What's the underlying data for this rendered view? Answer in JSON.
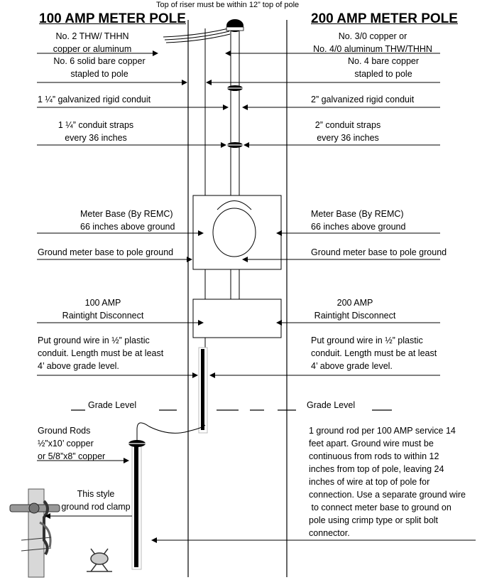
{
  "top_note": "Top of riser must be within 12” top of pole",
  "left": {
    "heading": "100 AMP METER POLE",
    "wire": [
      "No. 2 THW/ THHN",
      "copper or aluminum"
    ],
    "ground_wire": [
      "No. 6 solid bare copper",
      "stapled to pole"
    ],
    "conduit": "1 ¼” galvanized rigid conduit",
    "straps": [
      "1 ¼” conduit straps",
      "every 36 inches"
    ],
    "meter_base": [
      "Meter Base (By REMC)",
      "66 inches above ground"
    ],
    "ground_meter": "Ground meter base to pole ground",
    "disconnect": [
      "100 AMP",
      "Raintight Disconnect"
    ],
    "plastic": [
      "Put ground wire in ½” plastic",
      "conduit. Length must be at least",
      "4’ above grade level."
    ],
    "grade": "Grade Level",
    "rods": [
      "Ground Rods",
      "½”x10’ copper",
      "or 5/8”x8” copper"
    ],
    "clamp": [
      "This style",
      "ground rod clamp"
    ]
  },
  "right": {
    "heading": "200 AMP METER POLE",
    "wire": [
      "No. 3/0 copper or",
      "No. 4/0 aluminum THW/THHN"
    ],
    "ground_wire": [
      "No. 4 bare copper",
      "stapled to pole"
    ],
    "conduit": "2” galvanized rigid conduit",
    "straps": [
      "2” conduit straps",
      "every 36 inches"
    ],
    "meter_base": [
      "Meter Base (By REMC)",
      "66 inches above ground"
    ],
    "ground_meter": "Ground meter base to pole ground",
    "disconnect": [
      "200 AMP",
      "Raintight Disconnect"
    ],
    "plastic": [
      "Put ground wire in ½” plastic",
      "conduit. Length must be at least",
      "4’ above grade level."
    ],
    "grade": "Grade Level",
    "note": [
      "1 ground rod per 100  AMP service 14",
      "feet apart. Ground wire must be",
      "continuous from rods to within 12",
      "inches from top of pole, leaving 24",
      "inches of wire at top of pole for",
      "connection. Use a separate ground wire",
      " to connect meter base to ground on",
      "pole using crimp type or split bolt",
      "connector."
    ]
  }
}
